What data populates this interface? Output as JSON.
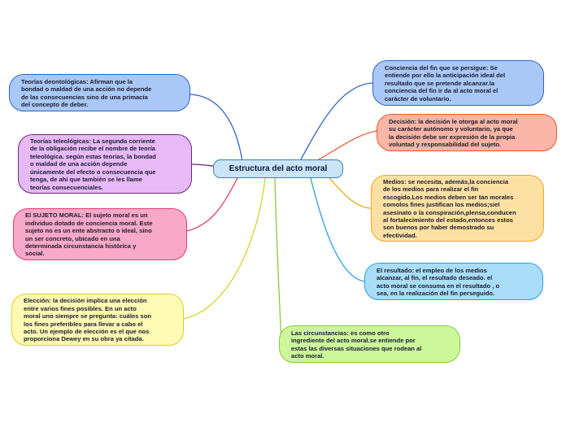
{
  "center": {
    "label": "Estructura del acto moral"
  },
  "nodes": {
    "deontologicas": "Teorías deontológicas: Afirman que la\nbondad o maldad de una acción no depende\nde las consecuencias sino de una primacía\ndel concepto de deber.",
    "teleologicas": "Teorías teleológicas: La segunda corriente\nde la obligación recibe el nombre de teoría\nteleológica. según estas teorías, la bondad\no maldad de una acción depende\núnicamente del efecto o consecuencia que\ntenga, de ahí que también se les llame\nteorías consecuenciales.",
    "sujeto": "El SUJETO MORAL: El sujeto moral es un\nindividuo dotado de conciencia moral. Este\nsujeto no es un ente abstracto o ideal, sino\nun ser concreto, ubicado en una\ndeterminada circunstancia histórica y\nsocial.",
    "eleccion": "Elección: la decisión implica una elección\nentre varios fines posibles. En un acto\nmoral uno siempre se pregunta: cuáles son\nlos fines preferibles para llevar a cabo el\nacto. Un  ejemplo de elección es el que nos\nproporciona Dewey en su obra ya citada.",
    "conciencia": "Conciencia del fin que se persigue: Se\nentiende por ello la anticipación ideal del\nresultado que se pretende alcanzar.la\nconciencia del fin ir da al acto moral el\ncarácter de voluntario.",
    "decision": "Decisión: la decisión le otorga al acto moral\nsu carácter autónomo y voluntario, ya que\nla decisión debe ser expresión de la propia\nvoluntad y responsabilidad del sujeto.",
    "medios": "Medios: se necesita, además,la conciencia\nde los medios para realizar el fin\nescogido.Los medios deben ser tan morales\ncomolos fines justifican los medios;siel\nasesinato o la conspiración,plensa,conducen\nal fortalecimiento del estado,entonces estos\nson buenos por haber demostrado su\nefectividad.",
    "resultado": "El  resultado: el empleo de los medios\nalcanzar, al fin, el resultado deseado. el\nacto moral se consuma en el resultado , o\nsea, en la realización del fin perseguido.",
    "circunstancias": "Las circunstancias: es como otro\ningrediente del acto moral.se entiende por\nestas las diversas situaciones que rodean al\nacto moral."
  },
  "colors": {
    "blue_fill": "#a9c8f7",
    "blue_stroke": "#2f64c8",
    "purple_fill": "#e7b9f6",
    "purple_stroke": "#6d2a6e",
    "pink_fill": "#f7a9c7",
    "pink_stroke": "#e2397a",
    "yellow_fill": "#fdfbb3",
    "yellow_stroke": "#d9cf2a",
    "salmon_fill": "#f9b5a5",
    "salmon_stroke": "#e85a32",
    "orange_fill": "#fde1a4",
    "orange_stroke": "#f0a81a",
    "cyan_fill": "#a9ddf7",
    "cyan_stroke": "#2b9fd8",
    "green_fill": "#cdf79b",
    "green_stroke": "#8bc83a"
  }
}
